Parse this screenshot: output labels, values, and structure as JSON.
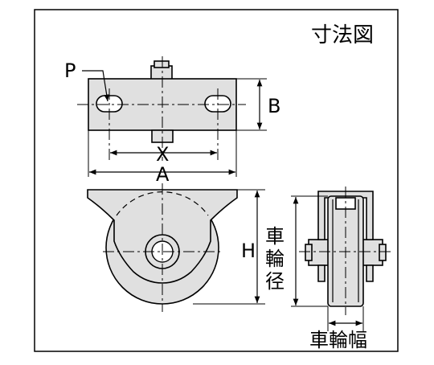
{
  "title": "寸法図",
  "labels": {
    "p": "P",
    "b": "B",
    "x": "X",
    "a": "A",
    "h": "H",
    "wheel_diameter": [
      "車",
      "輪",
      "径"
    ],
    "wheel_width": "車輪幅"
  },
  "colors": {
    "line": "#000000",
    "fill": "#e0e0e0",
    "background": "#ffffff"
  }
}
